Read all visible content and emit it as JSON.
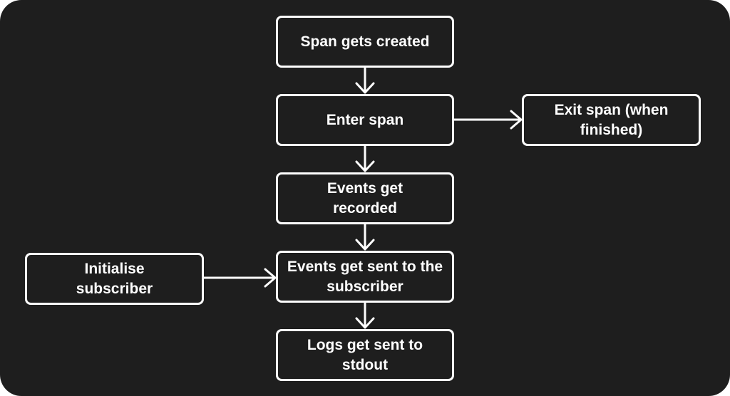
{
  "diagram": {
    "nodes": {
      "span_created": "Span gets created",
      "enter_span": "Enter span",
      "exit_span": "Exit span (when finished)",
      "events_recorded": "Events get recorded",
      "events_sent": "Events get sent to the subscriber",
      "init_subscriber": "Initialise subscriber",
      "logs_sent": "Logs get sent to stdout"
    },
    "edges": [
      {
        "from": "span_created",
        "to": "enter_span"
      },
      {
        "from": "enter_span",
        "to": "exit_span"
      },
      {
        "from": "enter_span",
        "to": "events_recorded"
      },
      {
        "from": "events_recorded",
        "to": "events_sent"
      },
      {
        "from": "init_subscriber",
        "to": "events_sent"
      },
      {
        "from": "events_sent",
        "to": "logs_sent"
      }
    ],
    "colors": {
      "background": "#1e1e1e",
      "stroke": "#ffffff",
      "text": "#ffffff"
    }
  }
}
